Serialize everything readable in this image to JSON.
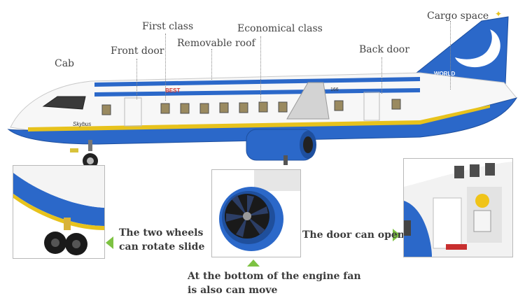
{
  "callouts": {
    "cab": "Cab",
    "front_door": "Front door",
    "first_class": "First class",
    "removable_roof": "Removable roof",
    "economical_class": "Economical class",
    "back_door": "Back door",
    "cargo_space": "Cargo space"
  },
  "plane_prints": {
    "tail_logo": "WORLD",
    "fuselage_brand": "BEST",
    "model_number": "166",
    "nose_name": "Skybus"
  },
  "details": {
    "wheels_line1": "The two wheels",
    "wheels_line2": "can rotate slide",
    "door": "The door can open",
    "engine_line1": "At the bottom of the engine fan",
    "engine_line2": "is also can move"
  },
  "colors": {
    "fuselage_blue": "#2b68c9",
    "accent_yellow": "#e7c21c",
    "arrow_green": "#7dc242",
    "label_gray": "#444444"
  }
}
